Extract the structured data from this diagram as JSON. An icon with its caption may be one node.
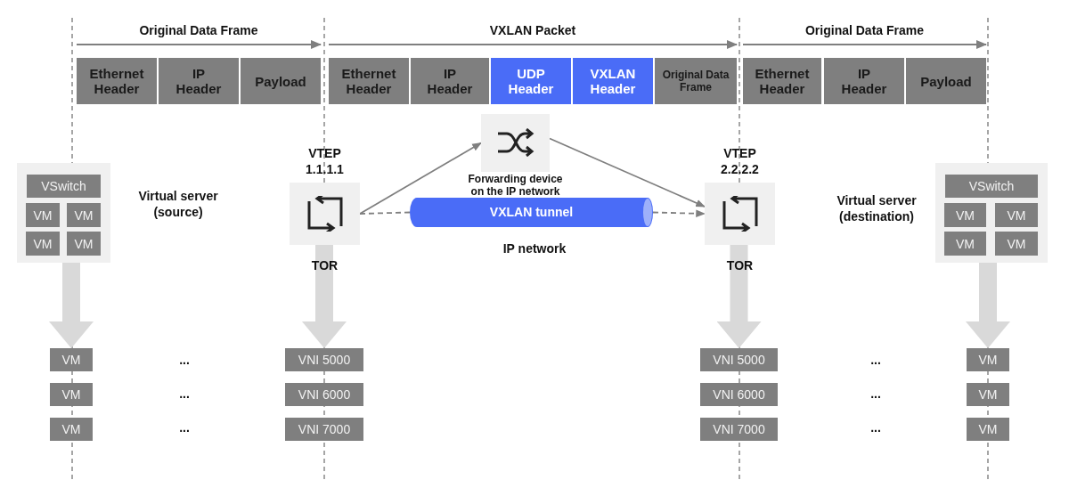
{
  "diagram": {
    "nodes": [
      {
        "text": [
          "Ethernet Header"
        ]
      },
      {
        "text": [
          "IP Header"
        ]
      },
      {
        "text": [
          "Payload"
        ]
      },
      {
        "text": [
          "Ethernet Header"
        ]
      },
      {
        "text": [
          "IP Header"
        ]
      },
      {
        "text": [
          "UDP Header"
        ]
      },
      {
        "text": [
          "VXLAN Header"
        ]
      },
      {
        "text": [
          "Original Data Frame"
        ]
      },
      {
        "text": [
          "Ethernet Header"
        ]
      },
      {
        "text": [
          "IP Header"
        ]
      },
      {
        "text": [
          "Payload"
        ]
      },
      {
        "text": [],
        "shape": "box",
        "beside": [
          "Virtual server (source)"
        ]
      },
      {
        "text": [
          "VSwitch"
        ],
        "in": 11
      },
      {
        "text": [
          "VM"
        ],
        "in": 11
      },
      {
        "text": [
          "VM"
        ],
        "in": 11
      },
      {
        "text": [
          "VM"
        ],
        "in": 11
      },
      {
        "text": [
          "VM"
        ],
        "in": 11
      },
      {
        "text": [
          "VTEP 1.1.1.1",
          "TOR"
        ]
      },
      {
        "text": [
          "Forwarding device on the IP network"
        ]
      },
      {
        "text": [
          "VXLAN tunnel"
        ]
      },
      {
        "text": [
          "VTEP 2.2.2.2",
          "TOR"
        ]
      },
      {
        "text": [],
        "shape": "box",
        "beside": [
          "Virtual server (destination)"
        ]
      },
      {
        "text": [
          "VSwitch"
        ],
        "in": 21
      },
      {
        "text": [
          "VM"
        ],
        "in": 21
      },
      {
        "text": [
          "VM"
        ],
        "in": 21
      },
      {
        "text": [
          "VM"
        ],
        "in": 21
      },
      {
        "text": [
          "VM"
        ],
        "in": 21
      },
      {
        "text": [
          "VM"
        ]
      },
      {
        "text": [
          "VM"
        ]
      },
      {
        "text": [
          "VM"
        ]
      },
      {
        "text": [
          "VNI 5000"
        ]
      },
      {
        "text": [
          "VNI 6000"
        ]
      },
      {
        "text": [
          "VNI 7000"
        ]
      },
      {
        "text": [
          "VNI 5000"
        ]
      },
      {
        "text": [
          "VNI 6000"
        ]
      },
      {
        "text": [
          "VNI 7000"
        ]
      },
      {
        "text": [
          "VM"
        ]
      },
      {
        "text": [
          "VM"
        ]
      },
      {
        "text": [
          "VM"
        ]
      }
    ],
    "edges": [
      {
        "from": 17,
        "to": 18,
        "arrow": "to"
      },
      {
        "from": 18,
        "to": 20,
        "arrow": "to"
      },
      {
        "from": 17,
        "to": 19,
        "arrow": "none",
        "style": "dashed"
      },
      {
        "from": 19,
        "to": 20,
        "arrow": "to",
        "style": "dashed"
      },
      {
        "from": 11,
        "to": 27,
        "arrow": "to",
        "style": "thick",
        "color": "#d9d9d9"
      },
      {
        "from": 17,
        "to": 30,
        "arrow": "to",
        "style": "thick",
        "color": "#d9d9d9"
      },
      {
        "from": 20,
        "to": 33,
        "arrow": "to",
        "style": "thick",
        "color": "#d9d9d9"
      },
      {
        "from": 21,
        "to": 36,
        "arrow": "to",
        "style": "thick",
        "color": "#d9d9d9"
      }
    ],
    "labels": [
      "Original Data Frame",
      "VXLAN Packet",
      "Original Data Frame",
      "IP network",
      "...",
      "...",
      "...",
      "...",
      "...",
      "..."
    ]
  }
}
